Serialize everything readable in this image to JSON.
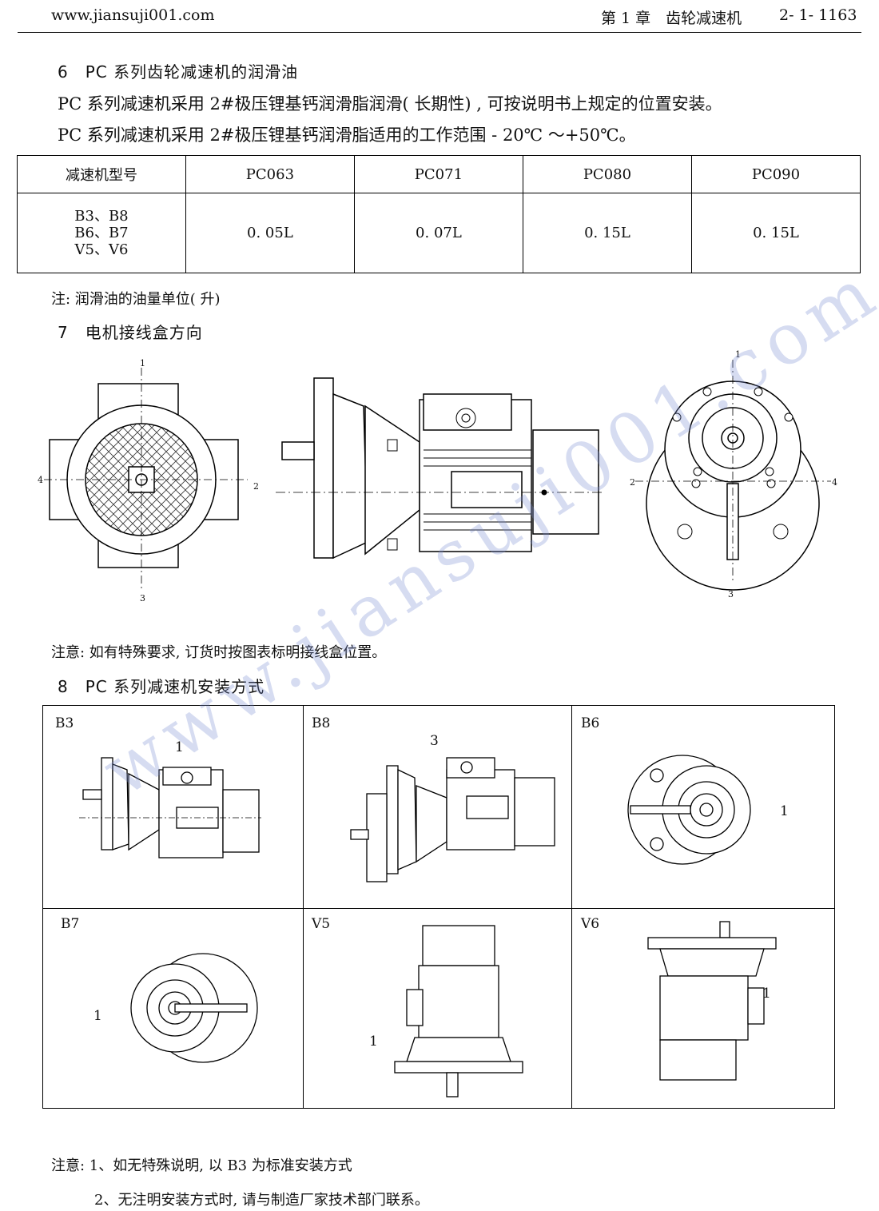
{
  "header": {
    "website": "www.jiansuji001.com",
    "chapter": "第 1 章　齿轮减速机",
    "page_number": "2- 1- 1163"
  },
  "section6": {
    "title": "6　PC 系列齿轮减速机的润滑油",
    "para1": "PC 系列减速机采用 2#极压锂基钙润滑脂润滑( 长期性) , 可按说明书上规定的位置安装。",
    "para2": "PC 系列减速机采用 2#极压锂基钙润滑脂适用的工作范围 - 20℃ ～+50℃。"
  },
  "oil_table": {
    "columns": [
      "减速机型号",
      "PC063",
      "PC071",
      "PC080",
      "PC090"
    ],
    "mount_positions": [
      "B3、B8",
      "B6、B7",
      "V5、V6"
    ],
    "values": [
      "0. 05L",
      "0. 07L",
      "0. 15L",
      "0. 15L"
    ]
  },
  "oil_note": "注: 润滑油的油量单位( 升)",
  "section7": {
    "title": "7　电机接线盒方向",
    "fig_left_labels": {
      "top": "1",
      "right": "2",
      "bottom": "3",
      "left": "4"
    },
    "fig_right_labels": {
      "top": "1",
      "left": "2",
      "bottom": "3",
      "right": "4"
    },
    "note": "注意: 如有特殊要求, 订货时按图表标明接线盒位置。"
  },
  "section8": {
    "title": "8　PC 系列减速机安装方式",
    "cells": [
      {
        "label": "B3",
        "num": "1"
      },
      {
        "label": "B8",
        "num": "3"
      },
      {
        "label": "B6",
        "num": "1"
      },
      {
        "label": "B7",
        "num": "1"
      },
      {
        "label": "V5",
        "num": "1"
      },
      {
        "label": "V6",
        "num": "1"
      }
    ]
  },
  "footer_notes": {
    "line1": "注意: 1、如无特殊说明, 以 B3 为标准安装方式",
    "line2": "2、无注明安装方式时, 请与制造厂家技术部门联系。"
  },
  "watermark": "www.jiansuji001.com"
}
